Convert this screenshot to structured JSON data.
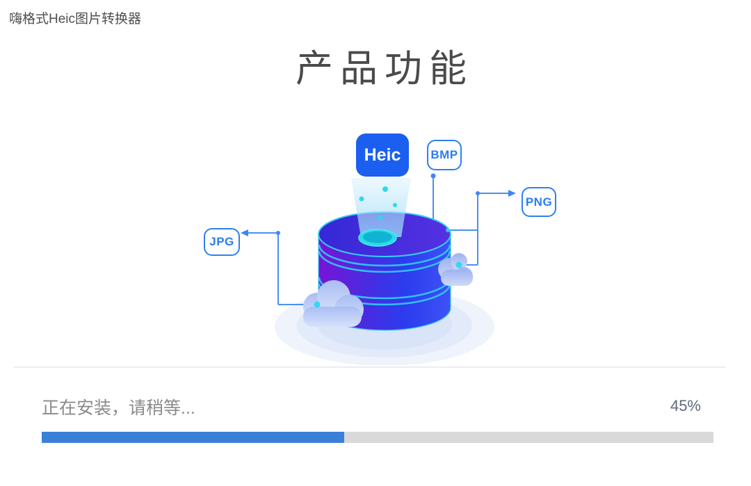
{
  "window": {
    "title": "嗨格式Heic图片转换器"
  },
  "main": {
    "heading": "产品功能"
  },
  "illustration": {
    "source_badge": "Heic",
    "target_badges": {
      "bmp": "BMP",
      "png": "PNG",
      "jpg": "JPG"
    }
  },
  "installer": {
    "status_text": "正在安装，请稍等...",
    "percent_label": "45%",
    "progress_value": 45
  },
  "colors": {
    "accent_blue": "#1a5ff0",
    "badge_border_blue": "#2e7ff2",
    "connector_blue": "#4a8ff5",
    "cyan_glow": "#35d8f2",
    "progress_fill": "#3b80d8",
    "progress_track": "#d9d9d9"
  }
}
